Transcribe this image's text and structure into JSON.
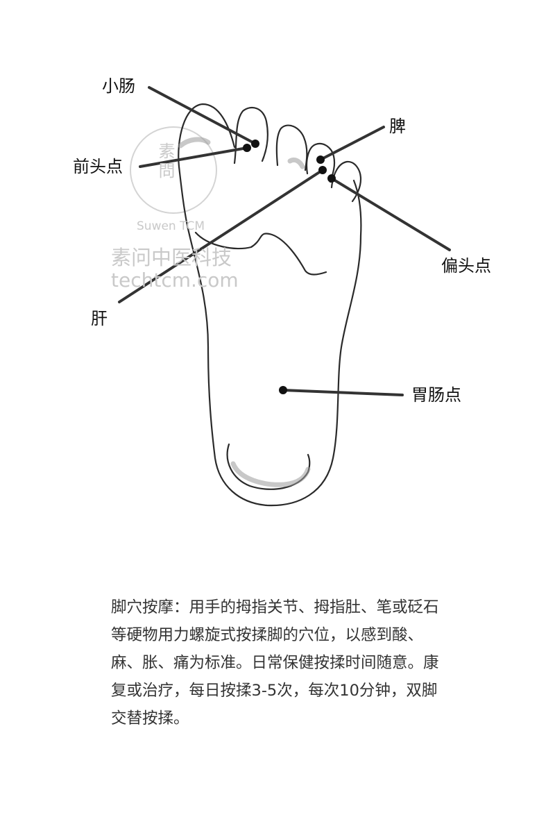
{
  "watermark": {
    "logo_glyph": "素問",
    "brand_latin": "Suwen TCM",
    "brand_cn": "素问中医科技",
    "site": "techtcm.com"
  },
  "points": [
    {
      "id": "small-intestine",
      "label": "小肠"
    },
    {
      "id": "frontal-head",
      "label": "前头点"
    },
    {
      "id": "spleen",
      "label": "脾"
    },
    {
      "id": "liver",
      "label": "肝"
    },
    {
      "id": "migraine",
      "label": "偏头点"
    },
    {
      "id": "stomach-intestine",
      "label": "胃肠点"
    }
  ],
  "description": "脚穴按摩：用手的拇指关节、拇指肚、笔或砭石等硬物用力螺旋式按揉脚的穴位，以感到酸、麻、胀、痛为标准。日常保健按揉时间随意。康复或治疗，每日按揉3-5次，每次10分钟，双脚交替按揉。",
  "colors": {
    "line": "#333333",
    "dot": "#111111",
    "outline": "#2a2a2a",
    "watermark": "#c9c9c9"
  }
}
